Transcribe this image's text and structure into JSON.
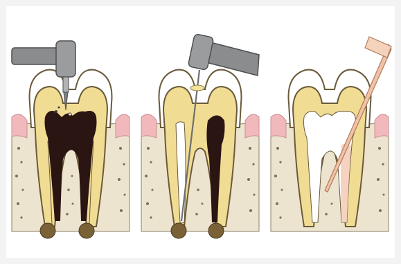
{
  "illustration": {
    "subject": "root-canal-treatment-steps",
    "panels": [
      {
        "step": 1,
        "tool": "handpiece-with-bur",
        "canal_state": "infected-pulp"
      },
      {
        "step": 2,
        "tool": "handpiece-with-endodontic-file",
        "canal_state": "partially-cleaned"
      },
      {
        "step": 3,
        "tool": "syringe-cannula",
        "canal_state": "cleaned-and-irrigated"
      }
    ],
    "colors": {
      "background": "#ffffff",
      "enamel": "#ffffff",
      "dentin": "#f1dc94",
      "dentin_outline": "#6a5a3a",
      "pulp_infected": "#2b1512",
      "pulp_clean": "#ffffff",
      "gum": "#f2b9bd",
      "bone": "#ede4cf",
      "bone_speckle": "#7c6f5a",
      "abscess": "#7a6136",
      "instrument_metal": "#8a8c8e",
      "syringe": "#f0c3a6"
    }
  }
}
